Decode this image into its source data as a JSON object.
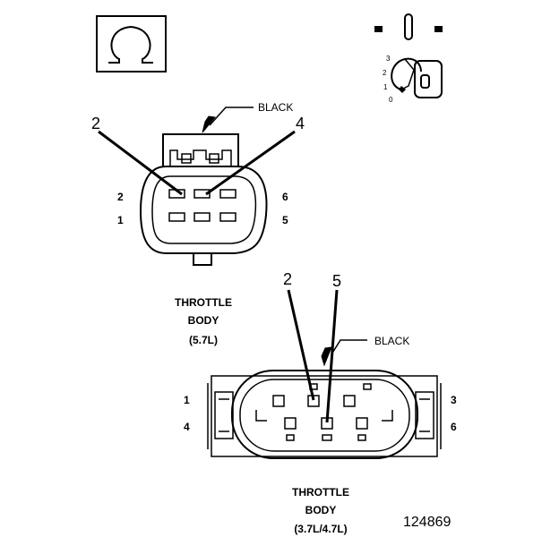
{
  "ohmmeter": {
    "icon": "omega-icon",
    "symbol": "Ω"
  },
  "ignition_switch": {
    "icon": "ignition-key-icon",
    "positions": [
      "3",
      "2",
      "1",
      "0"
    ]
  },
  "connector_57": {
    "wire_color": "BLACK",
    "callouts": [
      "2",
      "4"
    ],
    "pin_labels": {
      "top_left": "2",
      "bottom_left": "1",
      "top_right": "6",
      "bottom_right": "5"
    },
    "title_lines": [
      "THROTTLE",
      "BODY",
      "(5.7L)"
    ]
  },
  "connector_37_47": {
    "wire_color": "BLACK",
    "callouts": [
      "2",
      "5"
    ],
    "pin_labels": {
      "top_left": "1",
      "bottom_left": "4",
      "top_right": "3",
      "bottom_right": "6"
    },
    "title_lines": [
      "THROTTLE",
      "BODY",
      "(3.7L/4.7L)"
    ]
  },
  "figure_number": "124869"
}
